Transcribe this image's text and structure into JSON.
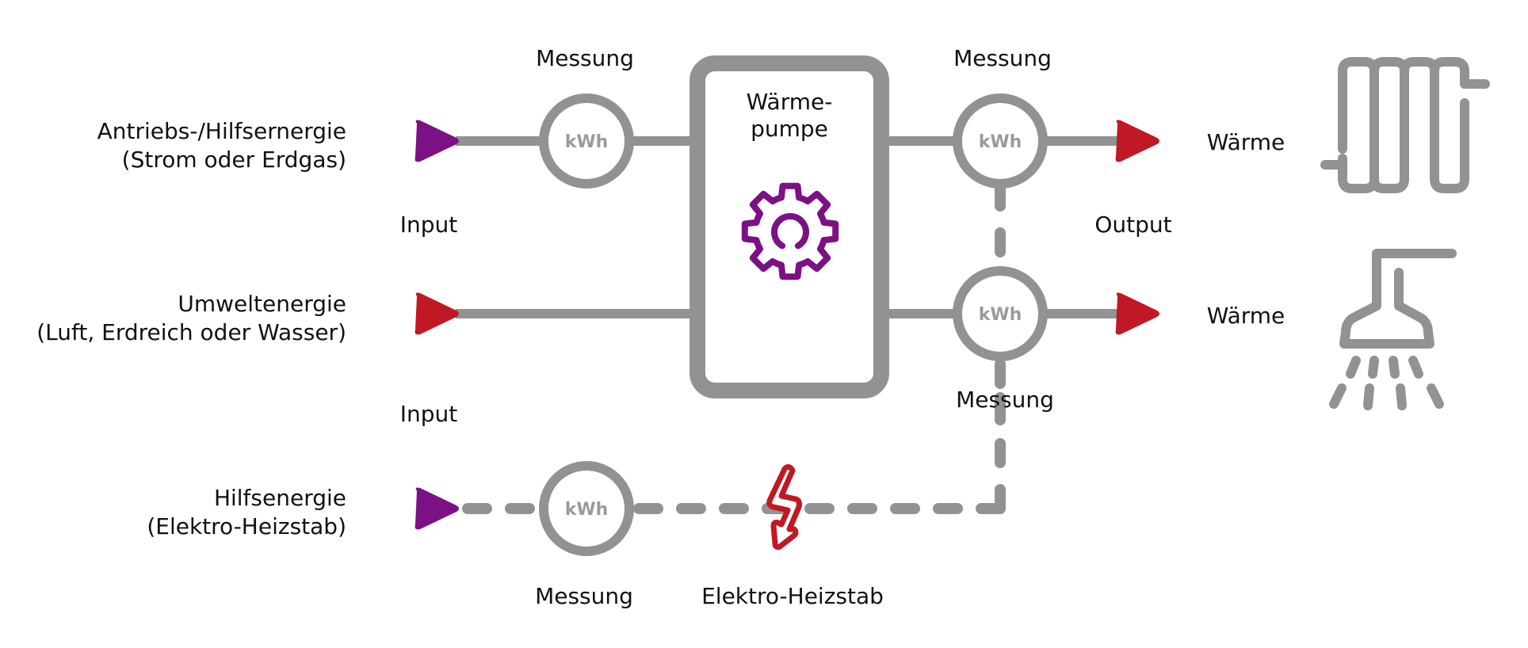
{
  "diagram": {
    "colors": {
      "line_gray": "#929292",
      "purple": "#7B1185",
      "red": "#C01824",
      "text": "#111111",
      "kwh_text": "#9A9A9A"
    },
    "inputs": [
      {
        "line1": "Antriebs-/Hilfsernergie",
        "line2": "(Strom oder Erdgas)",
        "arrow_color": "purple"
      },
      {
        "line1": "Umweltenergie",
        "line2": "(Luft, Erdreich oder Wasser)",
        "arrow_color": "red"
      },
      {
        "line1": "Hilfsenergie",
        "line2": "(Elektro-Heizstab)",
        "arrow_color": "purple"
      }
    ],
    "input_labels": [
      "Input",
      "Input"
    ],
    "output_label": "Output",
    "heat_pump": {
      "line1": "Wärme-",
      "line2": "pumpe",
      "icon": "gear-icon"
    },
    "meters": [
      {
        "label": "Messung",
        "unit": "kWh"
      },
      {
        "label": "Messung",
        "unit": "kWh"
      },
      {
        "label": "Messung",
        "unit": "kWh"
      },
      {
        "label": "Messung",
        "unit": "kWh"
      }
    ],
    "outputs": [
      {
        "label": "Wärme",
        "icon": "radiator-icon"
      },
      {
        "label": "Wärme",
        "icon": "shower-icon"
      }
    ],
    "heater": {
      "label": "Elektro-Heizstab",
      "icon": "lightning-icon"
    }
  }
}
